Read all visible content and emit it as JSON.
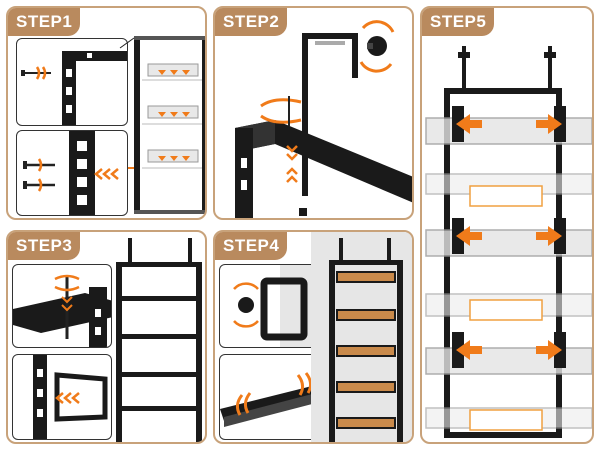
{
  "steps": [
    {
      "label": "STEP1"
    },
    {
      "label": "STEP2"
    },
    {
      "label": "STEP3"
    },
    {
      "label": "STEP4"
    },
    {
      "label": "STEP5"
    }
  ],
  "colors": {
    "frame_border": "#c8a27a",
    "badge_bg": "#b98a5e",
    "arrow": "#f07b1a",
    "metal": "#1a1a1a",
    "wood": "#c98a4b"
  },
  "icons": [
    "screw-icon",
    "rotate-arrow-icon",
    "down-arrow-icon",
    "knob-icon",
    "hook-icon",
    "shelf-icon",
    "wood-board-icon"
  ]
}
